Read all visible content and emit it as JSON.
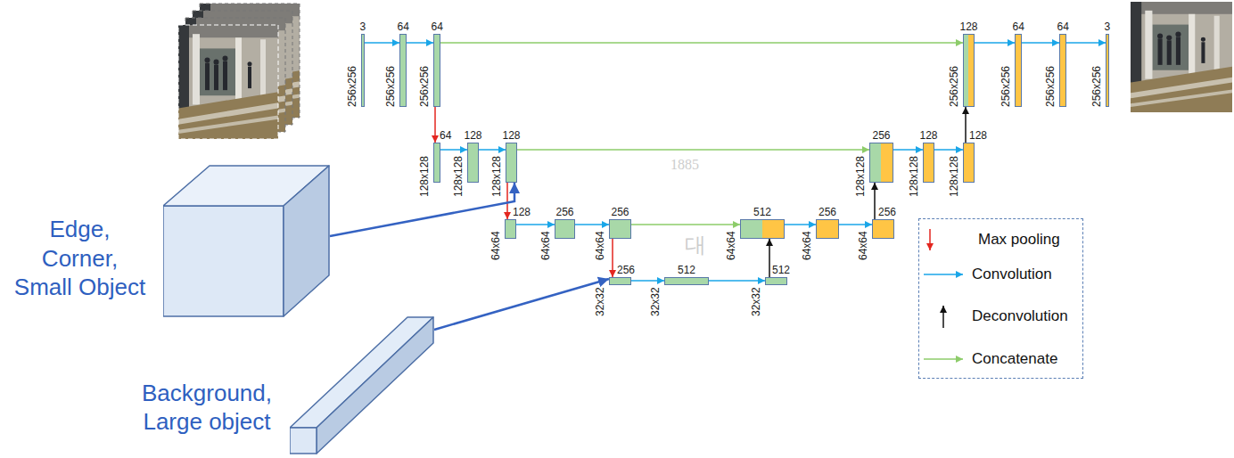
{
  "diagram": {
    "nodes": [
      {
        "text": [
          "3",
          "256x256"
        ]
      },
      {
        "text": [
          "64",
          "256x256"
        ]
      },
      {
        "text": [
          "64",
          "256x256"
        ]
      },
      {
        "text": [
          "64",
          "128x128"
        ]
      },
      {
        "text": [
          "128",
          "128x128"
        ]
      },
      {
        "text": [
          "128",
          "128x128"
        ]
      },
      {
        "text": [
          "128",
          "64x64"
        ]
      },
      {
        "text": [
          "256",
          "64x64"
        ]
      },
      {
        "text": [
          "256",
          "64x64"
        ]
      },
      {
        "text": [
          "256",
          "32x32"
        ]
      },
      {
        "text": [
          "512",
          "32x32"
        ]
      },
      {
        "text": [
          "512",
          "32x32"
        ]
      },
      {
        "text": [
          "512",
          "64x64"
        ]
      },
      {
        "text": [
          "256",
          "64x64"
        ]
      },
      {
        "text": [
          "256",
          "64x64"
        ]
      },
      {
        "text": [
          "256",
          "128x128"
        ]
      },
      {
        "text": [
          "128",
          "128x128"
        ]
      },
      {
        "text": [
          "128",
          "128x128"
        ]
      },
      {
        "text": [
          "128",
          "256x256"
        ]
      },
      {
        "text": [
          "64",
          "256x256"
        ]
      },
      {
        "text": [
          "64",
          "256x256"
        ]
      },
      {
        "text": [
          "3",
          "256x256"
        ]
      },
      {
        "text": [
          "Edge, Corner, Small Object"
        ]
      },
      {
        "text": [
          "Background, Large object"
        ]
      }
    ],
    "edges": [
      {
        "from": 0,
        "to": 1,
        "arrow": "to"
      },
      {
        "from": 1,
        "to": 2,
        "arrow": "to"
      },
      {
        "from": 2,
        "to": 3,
        "arrow": "to"
      },
      {
        "from": 3,
        "to": 4,
        "arrow": "to"
      },
      {
        "from": 4,
        "to": 5,
        "arrow": "to"
      },
      {
        "from": 5,
        "to": 6,
        "arrow": "to"
      },
      {
        "from": 6,
        "to": 7,
        "arrow": "to"
      },
      {
        "from": 7,
        "to": 8,
        "arrow": "to"
      },
      {
        "from": 8,
        "to": 9,
        "arrow": "to"
      },
      {
        "from": 9,
        "to": 10,
        "arrow": "to"
      },
      {
        "from": 10,
        "to": 11,
        "arrow": "to"
      },
      {
        "from": 11,
        "to": 12,
        "arrow": "to"
      },
      {
        "from": 12,
        "to": 13,
        "arrow": "to"
      },
      {
        "from": 13,
        "to": 14,
        "arrow": "to"
      },
      {
        "from": 14,
        "to": 15,
        "arrow": "to"
      },
      {
        "from": 15,
        "to": 16,
        "arrow": "to"
      },
      {
        "from": 16,
        "to": 17,
        "arrow": "to"
      },
      {
        "from": 17,
        "to": 18,
        "arrow": "to"
      },
      {
        "from": 18,
        "to": 19,
        "arrow": "to"
      },
      {
        "from": 19,
        "to": 20,
        "arrow": "to"
      },
      {
        "from": 20,
        "to": 21,
        "arrow": "to"
      },
      {
        "from": 2,
        "to": 18,
        "arrow": "to"
      },
      {
        "from": 5,
        "to": 15,
        "arrow": "to"
      },
      {
        "from": 8,
        "to": 12,
        "arrow": "to"
      },
      {
        "from": 22,
        "to": 5,
        "arrow": "to"
      },
      {
        "from": 23,
        "to": 9,
        "arrow": "to"
      }
    ],
    "labels": [
      "1885",
      "대"
    ],
    "legend": [
      {
        "text": "Max pooling"
      },
      {
        "text": "Convolution"
      },
      {
        "text": "Deconvolution"
      },
      {
        "text": "Concatenate"
      }
    ]
  }
}
